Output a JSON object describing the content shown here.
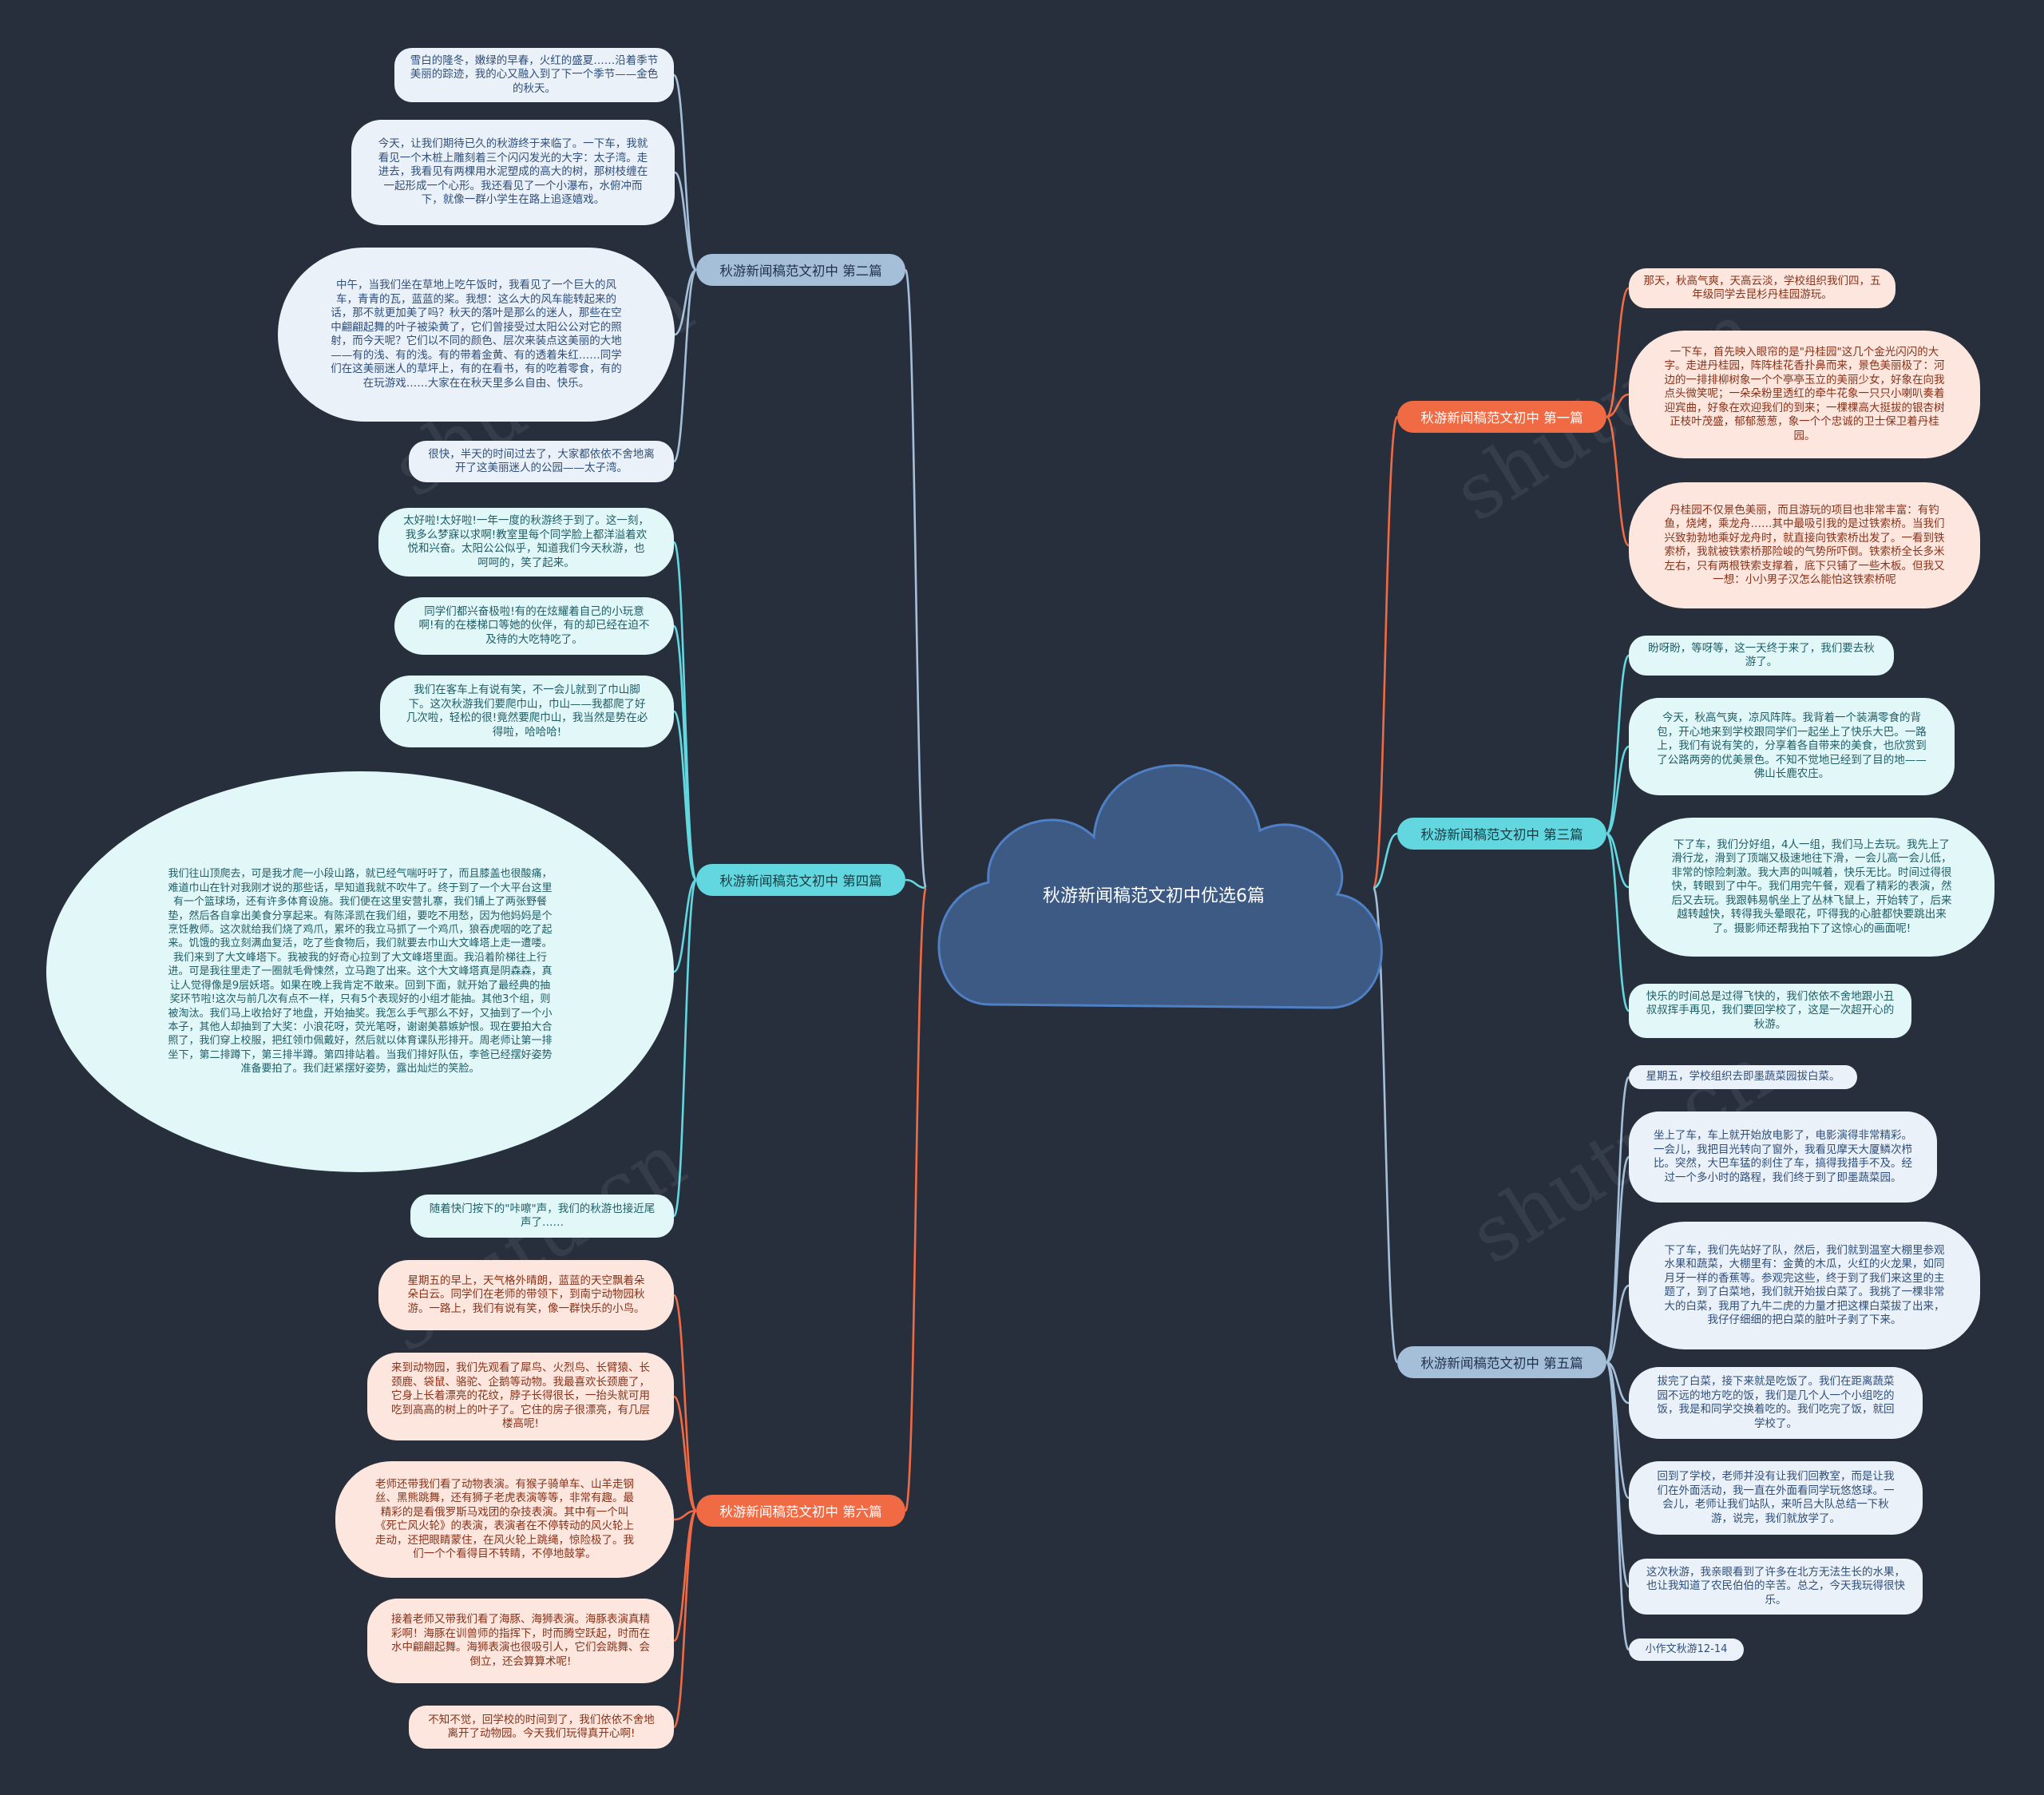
{
  "center": {
    "title": "秋游新闻稿范文初中优选6篇"
  },
  "colors": {
    "background": "#272f3d",
    "cloud_fill": "#3c5a84",
    "cloud_stroke": "#4f7fc4",
    "blue": "#a5bfd9",
    "cyan": "#63d7df",
    "orange": "#f06a44"
  },
  "branches": [
    {
      "label": "秋游新闻稿范文初中 第二篇",
      "color": "blue",
      "notes": [
        "雪白的隆冬，嫩绿的早春，火红的盛夏……沿着季节美丽的踪迹，我的心又融入到了下一个季节——金色的秋天。",
        "今天，让我们期待已久的秋游终于来临了。一下车，我就看见一个木桩上雕刻着三个闪闪发光的大字：太子湾。走进去，我看见有两棵用水泥塑成的高大的树，那树枝缠在一起形成一个心形。我还看见了一个小瀑布，水俯冲而下，就像一群小学生在路上追逐嬉戏。",
        "中午，当我们坐在草地上吃午饭时，我看见了一个巨大的风车，青青的瓦，蓝蓝的桨。我想：这么大的风车能转起来的话，那不就更加美了吗？秋天的落叶是那么的迷人，那些在空中翩翩起舞的叶子被染黄了，它们曾接受过太阳公公对它的照射，而今天呢？它们以不同的颜色、层次来装点这美丽的大地——有的浅、有的浅。有的带着金黄、有的透着朱红……同学们在这美丽迷人的草坪上，有的在看书，有的吃着零食，有的在玩游戏……大家在在秋天里多么自由、快乐。",
        "很快，半天的时间过去了，大家都依依不舍地离开了这美丽迷人的公园——太子湾。"
      ]
    },
    {
      "label": "秋游新闻稿范文初中 第四篇",
      "color": "cyan",
      "notes": [
        "太好啦!太好啦!一年一度的秋游终于到了。这一刻，我多么梦寐以求啊!教室里每个同学脸上都洋溢着欢悦和兴奋。太阳公公似乎，知道我们今天秋游，也呵呵的，笑了起来。",
        "同学们都兴奋极啦!有的在炫耀着自己的小玩意啊!有的在楼梯口等她的伙伴，有的却已经在迫不及待的大吃特吃了。",
        "我们在客车上有说有笑，不一会儿就到了巾山脚下。这次秋游我们要爬巾山，巾山——我都爬了好几次啦，轻松的很!竟然要爬巾山，我当然是势在必得啦，哈哈哈!",
        "我们往山顶爬去，可是我才爬一小段山路，就已经气喘吁吁了，而且膝盖也很酸痛，难道巾山在针对我刚才说的那些话，早知道我就不吹牛了。终于到了一个大平台这里有一个篮球场，还有许多体育设施。我们便在这里安营扎寨，我们铺上了两张野餐垫，然后各自拿出美食分享起来。有陈泽凯在我们组，要吃不用愁，因为他妈妈是个烹饪教师。这次就给我们烧了鸡爪，累坏的我立马抓了一个鸡爪，狼吞虎咽的吃了起来。饥饿的我立刻满血复活，吃了些食物后，我们就要去巾山大文峰塔上走一遭喽。我们来到了大文峰塔下。我被我的好奇心拉到了大文峰塔里面。我沿着阶梯往上行进。可是我往里走了一圈就毛骨悚然，立马跑了出来。这个大文峰塔真是阴森森，真让人觉得像是9层妖塔。如果在晚上我肯定不敢来。回到下面，就开始了最经典的抽奖环节啦!这次与前几次有点不一样，只有5个表现好的小组才能抽。其他3个组，则被淘汰。我们马上收拾好了地盘，开始抽奖。我怎么手气那么不好，又抽到了一个小本子，其他人却抽到了大奖：小浪花呀，荧光笔呀，谢谢美慕嫉妒恨。现在要拍大合照了，我们穿上校服，把红领巾佩戴好，然后就以体育课队形排开。周老师让第一排坐下，第二排蹲下，第三排半蹲。第四排站着。当我们排好队伍，李爸已经摆好姿势准备要拍了。我们赶紧摆好姿势，露出灿烂的笑脸。",
        "随着快门按下的\"咔嚓\"声，我们的秋游也接近尾声了……"
      ]
    },
    {
      "label": "秋游新闻稿范文初中 第六篇",
      "color": "orange",
      "notes": [
        "星期五的早上，天气格外晴朗，蓝蓝的天空飘着朵朵白云。同学们在老师的带领下，到南宁动物园秋游。一路上，我们有说有笑，像一群快乐的小鸟。",
        "来到动物园，我们先观看了犀鸟、火烈鸟、长臂猿、长颈鹿、袋鼠、骆驼、企鹅等动物。我最喜欢长颈鹿了，它身上长着漂亮的花纹，脖子长得很长，一抬头就可用吃到高高的树上的叶子了。它住的房子很漂亮，有几层楼高呢!",
        "老师还带我们看了动物表演。有猴子骑单车、山羊走钢丝、黑熊跳舞，还有狮子老虎表演等等，非常有趣。最精彩的是看俄罗斯马戏团的杂技表演。其中有一个叫《死亡风火轮》的表演，表演者在不停转动的风火轮上走动，还把眼睛蒙住，在风火轮上跳绳，惊险极了。我们一个个看得目不转睛，不停地鼓掌。",
        "接着老师又带我们看了海豚、海狮表演。海豚表演真精彩啊！海豚在训兽师的指挥下，时而腾空跃起，时而在水中翩翩起舞。海狮表演也很吸引人，它们会跳舞、会倒立，还会算算术呢!",
        "不知不觉，回学校的时间到了，我们依依不舍地离开了动物园。今天我们玩得真开心啊!"
      ]
    },
    {
      "label": "秋游新闻稿范文初中 第一篇",
      "color": "orange",
      "notes": [
        "那天，秋高气爽，天高云淡，学校组织我们四，五年级同学去昆杉丹桂园游玩。",
        "一下车，首先映入眼帘的是\"丹桂园\"这几个金光闪闪的大字。走进丹桂园，阵阵桂花香扑鼻而来，景色美丽极了：河边的一排排柳树象一个个亭亭玉立的美丽少女，好象在向我点头微笑呢；一朵朵粉里透红的牵牛花象一只只小喇叭奏着迎宾曲，好象在欢迎我们的到来；一棵棵高大挺拔的银杏树正枝叶茂盛，郁郁葱葱，象一个个忠诚的卫士保卫着丹桂园。",
        "丹桂园不仅景色美丽，而且游玩的项目也非常丰富：有钓鱼，烧烤，乘龙舟……其中最吸引我的是过铁索桥。当我们兴致勃勃地乘好龙舟时，就直接向铁索桥出发了。一看到铁索桥，我就被铁索桥那险峻的气势所吓倒。铁索桥全长多米左右，只有两根铁索支撑着，底下只铺了一些木板。但我又一想：小小男子汉怎么能怕这铁索桥呢"
      ]
    },
    {
      "label": "秋游新闻稿范文初中 第三篇",
      "color": "cyan",
      "notes": [
        "盼呀盼，等呀等，这一天终于来了，我们要去秋游了。",
        "今天，秋高气爽，凉风阵阵。我背着一个装满零食的背包，开心地来到学校跟同学们一起坐上了快乐大巴。一路上，我们有说有笑的，分享着各自带来的美食，也欣赏到了公路两旁的优美景色。不知不觉地已经到了目的地——佛山长鹿农庄。",
        "下了车，我们分好组，4人一组，我们马上去玩。我先上了滑行龙，滑到了顶端又极速地往下滑，一会儿高一会儿低，非常的惊险刺激。我大声的叫喊着，快乐无比。时间过得很快，转眼到了中午。我们用完午餐，观看了精彩的表演，然后又去玩。我跟韩易帆坐上了丛林飞鼠上，开始转了，后来越转越快，转得我头晕眼花，吓得我的心脏都快要跳出来了。摄影师还帮我拍下了这惊心的画面呢!",
        "快乐的时间总是过得飞快的，我们依依不舍地跟小丑叔叔挥手再见，我们要回学校了，这是一次超开心的秋游。"
      ]
    },
    {
      "label": "秋游新闻稿范文初中 第五篇",
      "color": "blue",
      "notes": [
        "星期五，学校组织去即墨蔬菜园拔白菜。",
        "坐上了车，车上就开始放电影了，电影演得非常精彩。一会儿，我把目光转向了窗外，我看见摩天大厦鳞次栉比。突然，大巴车猛的刹住了车，搞得我措手不及。经过一个多小时的路程，我们终于到了即墨蔬菜园。",
        "下了车，我们先站好了队，然后，我们就到温室大棚里参观水果和蔬菜，大棚里有：金黄的木瓜，火红的火龙果，如同月牙一样的香蕉等。参观完这些，终于到了我们来这里的主题了，到了白菜地，我们就开始拔白菜了。我挑了一棵非常大的白菜，我用了九牛二虎的力量才把这棵白菜拔了出来，我仔仔细细的把白菜的脏叶子剥了下来。",
        "拔完了白菜，接下来就是吃饭了。我们在距离蔬菜园不远的地方吃的饭，我们是几个人一个小组吃的饭，我是和同学交换着吃的。我们吃完了饭，就回学校了。",
        "回到了学校，老师并没有让我们回教室，而是让我们在外面活动，我一直在外面看同学玩悠悠球。一会儿，老师让我们站队，来听吕大队总结一下秋游，说完，我们就放学了。",
        "这次秋游，我亲眼看到了许多在北方无法生长的水果，也让我知道了农民伯伯的辛苦。总之，今天我玩得很快乐。",
        "小作文秋游12-14"
      ]
    }
  ],
  "watermarks": [
    "shutu.cn",
    "shutu.cn",
    "shutu.cn",
    "shutu.cn"
  ]
}
